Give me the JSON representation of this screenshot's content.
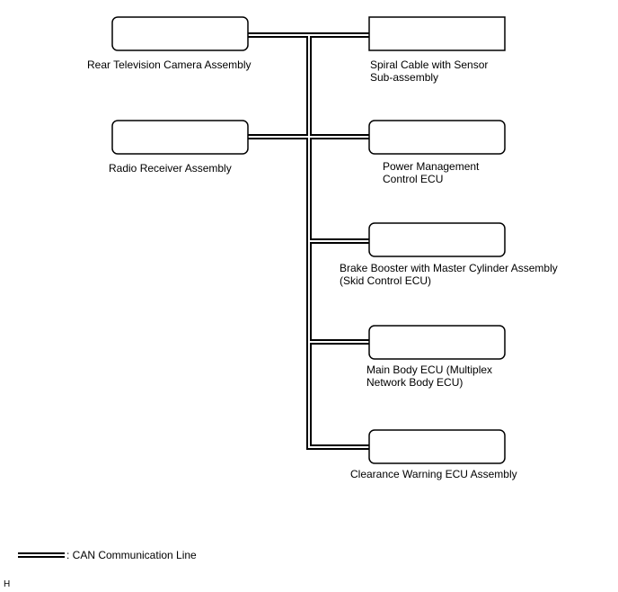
{
  "nodes": {
    "rear_camera": {
      "label": "Rear Television Camera Assembly"
    },
    "radio_receiver": {
      "label": "Radio Receiver Assembly"
    },
    "spiral_cable": {
      "label": "Spiral Cable with Sensor\nSub-assembly"
    },
    "power_management": {
      "label": "Power Management\nControl ECU"
    },
    "brake_booster": {
      "label": "Brake Booster with Master Cylinder Assembly\n(Skid Control ECU)"
    },
    "main_body": {
      "label": "Main Body ECU (Multiplex\nNetwork Body ECU)"
    },
    "clearance_warning": {
      "label": "Clearance Warning ECU Assembly"
    }
  },
  "legend": {
    "label": ": CAN Communication Line"
  },
  "corner_mark": "H"
}
